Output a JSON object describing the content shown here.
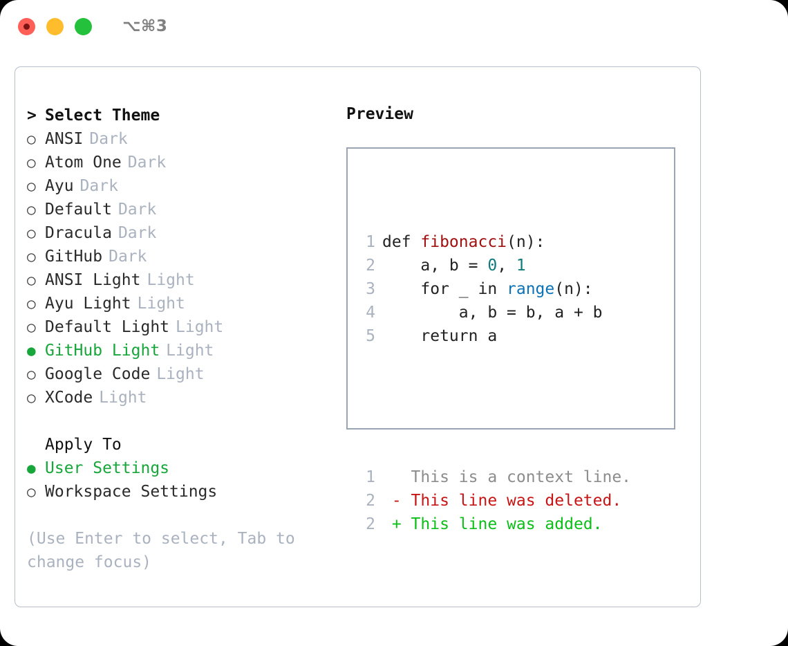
{
  "titlebar": {
    "shortcut": "⌥⌘3",
    "buttons": [
      {
        "name": "close",
        "color": "#ff5f56"
      },
      {
        "name": "minimize",
        "color": "#ffbd2e"
      },
      {
        "name": "maximize",
        "color": "#24c23c"
      }
    ]
  },
  "theme_list": {
    "header": {
      "marker": ">",
      "label": "Select Theme"
    },
    "items": [
      {
        "marker": "○",
        "name": "ANSI",
        "tag": "Dark",
        "selected": false
      },
      {
        "marker": "○",
        "name": "Atom One",
        "tag": "Dark",
        "selected": false
      },
      {
        "marker": "○",
        "name": "Ayu",
        "tag": "Dark",
        "selected": false
      },
      {
        "marker": "○",
        "name": "Default",
        "tag": "Dark",
        "selected": false
      },
      {
        "marker": "○",
        "name": "Dracula",
        "tag": "Dark",
        "selected": false
      },
      {
        "marker": "○",
        "name": "GitHub",
        "tag": "Dark",
        "selected": false
      },
      {
        "marker": "○",
        "name": "ANSI Light",
        "tag": "Light",
        "selected": false
      },
      {
        "marker": "○",
        "name": "Ayu Light",
        "tag": "Light",
        "selected": false
      },
      {
        "marker": "○",
        "name": "Default Light",
        "tag": "Light",
        "selected": false
      },
      {
        "marker": "●",
        "name": "GitHub Light",
        "tag": "Light",
        "selected": true
      },
      {
        "marker": "○",
        "name": "Google Code",
        "tag": "Light",
        "selected": false
      },
      {
        "marker": "○",
        "name": "XCode",
        "tag": "Light",
        "selected": false
      }
    ]
  },
  "apply_to": {
    "label": "Apply To",
    "items": [
      {
        "marker": "●",
        "name": "User Settings",
        "selected": true
      },
      {
        "marker": "○",
        "name": "Workspace Settings",
        "selected": false
      }
    ]
  },
  "hint": "(Use Enter to select, Tab to change focus)",
  "preview": {
    "title": "Preview",
    "code_lines": [
      {
        "ln": "1",
        "tokens": [
          {
            "text": "def ",
            "type": "plain"
          },
          {
            "text": "fibonacci",
            "type": "func"
          },
          {
            "text": "(n):",
            "type": "plain"
          }
        ]
      },
      {
        "ln": "2",
        "tokens": [
          {
            "text": "    a, b = ",
            "type": "plain"
          },
          {
            "text": "0",
            "type": "num"
          },
          {
            "text": ", ",
            "type": "plain"
          },
          {
            "text": "1",
            "type": "num"
          }
        ]
      },
      {
        "ln": "3",
        "tokens": [
          {
            "text": "    for _ in ",
            "type": "plain"
          },
          {
            "text": "range",
            "type": "call"
          },
          {
            "text": "(n):",
            "type": "plain"
          }
        ]
      },
      {
        "ln": "4",
        "tokens": [
          {
            "text": "        a, b = b, a + b",
            "type": "plain"
          }
        ]
      },
      {
        "ln": "5",
        "tokens": [
          {
            "text": "    return a",
            "type": "plain"
          }
        ]
      }
    ],
    "diff_lines": [
      {
        "ln": "1",
        "tokens": [
          {
            "text": "   This is a context line.",
            "type": "ctx"
          }
        ]
      },
      {
        "ln": "2",
        "tokens": [
          {
            "text": " - This line was deleted.",
            "type": "del"
          }
        ]
      },
      {
        "ln": "2",
        "tokens": [
          {
            "text": " + This line was added.",
            "type": "add"
          }
        ]
      }
    ]
  },
  "colors": {
    "accent_green": "#16a63a",
    "diff_add": "#0cbf18",
    "diff_del": "#c81414",
    "muted": "#aab2bf",
    "func": "#a01010",
    "number": "#0f7a7a",
    "call": "#0a72b5",
    "border": "#9aa5b4"
  }
}
